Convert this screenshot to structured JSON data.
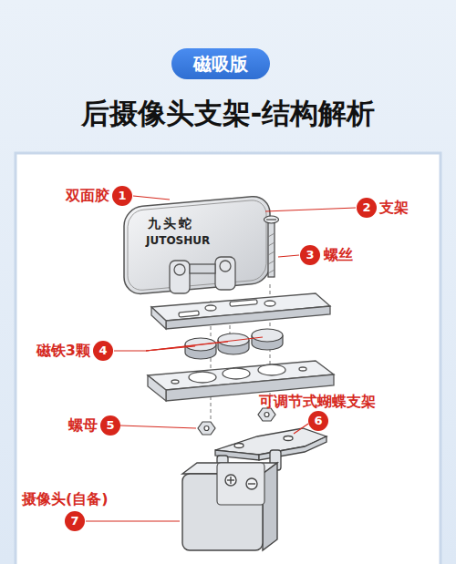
{
  "diagram": {
    "title": "后摄像头支架-结构解析",
    "nodes": [
      {
        "text": [
          "磁吸版"
        ]
      },
      {
        "text": [
          "1"
        ]
      },
      {
        "text": [
          "2"
        ]
      },
      {
        "text": [
          "3"
        ]
      },
      {
        "text": [
          "4"
        ]
      },
      {
        "text": [
          "5"
        ]
      },
      {
        "text": [
          "6"
        ]
      },
      {
        "text": [
          "7"
        ]
      }
    ],
    "labels": [
      "双面胶",
      "支架",
      "螺丝",
      "磁铁3颗",
      "螺母",
      "可调节式蝴蝶支架",
      "摄像头(自备)",
      "九头蛇",
      "JUTOSHUR"
    ]
  }
}
